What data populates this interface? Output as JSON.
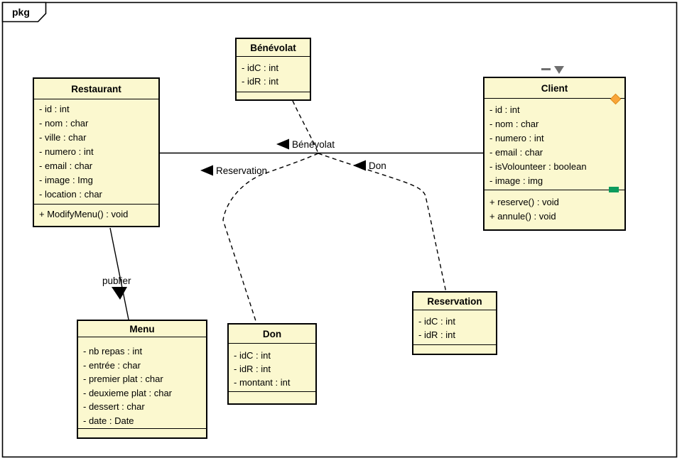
{
  "frame": {
    "label": "pkg"
  },
  "classes": [
    {
      "name": "Restaurant",
      "attributes": [
        "- id : int",
        "- nom : char",
        "- ville : char",
        "- numero : int",
        "- email : char",
        "- image : Img",
        "- location : char"
      ],
      "operations": [
        "+ ModifyMenu() : void"
      ]
    },
    {
      "name": "Bénévolat",
      "attributes": [
        "- idC : int",
        "- idR : int"
      ],
      "operations": []
    },
    {
      "name": "Client",
      "attributes": [
        "- id : int",
        "- nom : char",
        "- numero : int",
        "- email : char",
        "- isVolounteer : boolean",
        "- image : img"
      ],
      "operations": [
        "+ reserve() : void",
        "+ annule() : void"
      ]
    },
    {
      "name": "Menu",
      "attributes": [
        "- nb repas : int",
        "- entrée : char",
        "- premier plat : char",
        "- deuxieme plat : char",
        "- dessert : char",
        "- date : Date"
      ],
      "operations": []
    },
    {
      "name": "Don",
      "attributes": [
        "- idC : int",
        "- idR : int",
        "- montant : int"
      ],
      "operations": []
    },
    {
      "name": "Reservation",
      "attributes": [
        "- idC : int",
        "- idR : int"
      ],
      "operations": []
    }
  ],
  "edges": {
    "benevolat_label": "Bénévolat",
    "reservation_label": "Reservation",
    "don_label": "Don",
    "publier_label": "publier"
  },
  "colors": {
    "class_fill": "#FBF8CF",
    "class_border": "#000000",
    "aggregation_diamond": "#F9A63A",
    "method_badge": "#0C9C5D",
    "collapse_icon": "#6E6E6E"
  }
}
